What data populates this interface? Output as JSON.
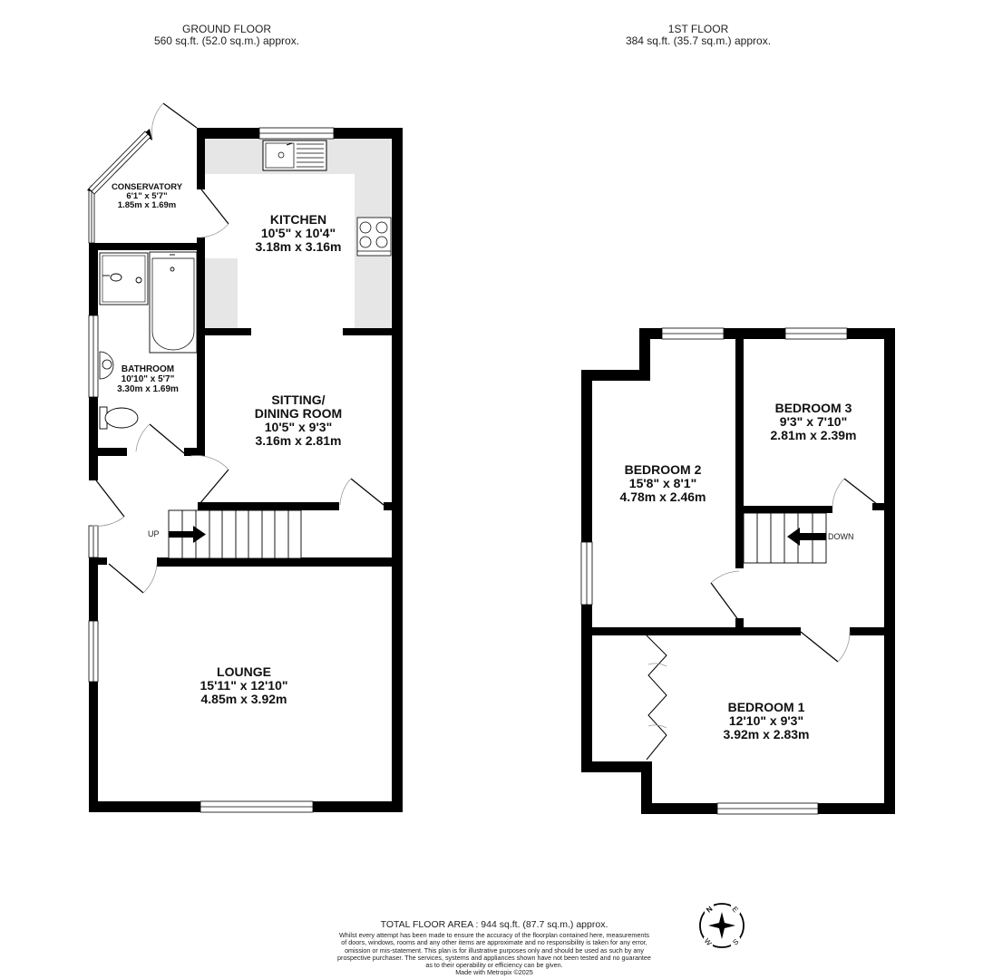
{
  "floors": [
    {
      "name": "GROUND FLOOR",
      "area": "560 sq.ft. (52.0 sq.m.) approx.",
      "rooms": [
        {
          "name": "CONSERVATORY",
          "imperial": "6'1\"  x 5'7\"",
          "metric": "1.85m  x 1.69m"
        },
        {
          "name": "KITCHEN",
          "imperial": "10'5\"  x 10'4\"",
          "metric": "3.18m  x 3.16m"
        },
        {
          "name": "BATHROOM",
          "imperial": "10'10\"  x 5'7\"",
          "metric": "3.30m  x 1.69m"
        },
        {
          "name_line1": "SITTING/",
          "name": "DINING ROOM",
          "imperial": "10'5\"  x 9'3\"",
          "metric": "3.16m  x 2.81m"
        },
        {
          "name": "LOUNGE",
          "imperial": "15'11\"  x 12'10\"",
          "metric": "4.85m  x 3.92m"
        }
      ],
      "stairs_label": "UP"
    },
    {
      "name": "1ST FLOOR",
      "area": "384 sq.ft. (35.7 sq.m.) approx.",
      "rooms": [
        {
          "name": "BEDROOM 2",
          "imperial": "15'8\"  x 8'1\"",
          "metric": "4.78m  x 2.46m"
        },
        {
          "name": "BEDROOM 3",
          "imperial": "9'3\"  x 7'10\"",
          "metric": "2.81m  x 2.39m"
        },
        {
          "name": "BEDROOM 1",
          "imperial": "12'10\"  x 9'3\"",
          "metric": "3.92m  x 2.83m"
        }
      ],
      "stairs_label": "DOWN"
    }
  ],
  "footer": {
    "total": "TOTAL FLOOR AREA : 944 sq.ft. (87.7 sq.m.) approx.",
    "disclaimer_lines": [
      "Whilst every attempt has been made to ensure the accuracy of the floorplan contained here, measurements",
      "of doors, windows, rooms and any other items are approximate and no responsibility is taken for any error,",
      "omission or mis-statement. This plan is for illustrative purposes only and should be used as such by any",
      "prospective purchaser. The services, systems and appliances shown have not been tested and no guarantee",
      "as to their operability or efficiency can be given."
    ],
    "credit": "Made with Metropix ©2025"
  },
  "compass": {
    "n": "N",
    "e": "E",
    "s": "S",
    "w": "W"
  },
  "colors": {
    "wall": "#000000",
    "fitted_units": "#e6e6e6",
    "window": "#ffffff",
    "door_arc": "#888888"
  }
}
